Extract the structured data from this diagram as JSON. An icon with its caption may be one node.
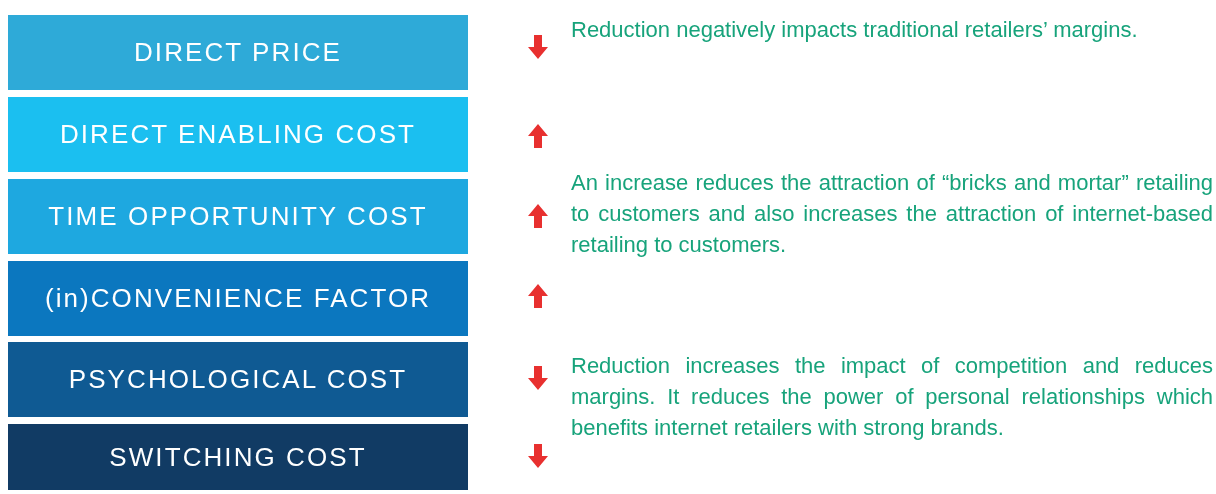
{
  "diagram": {
    "nodes": [
      {
        "text": [
          "DIRECT PRICE"
        ]
      },
      {
        "text": [
          "DIRECT ENABLING COST"
        ]
      },
      {
        "text": [
          "TIME OPPORTUNITY COST"
        ]
      },
      {
        "text": [
          "(in)CONVENIENCE FACTOR"
        ]
      },
      {
        "text": [
          "PSYCHOLOGICAL COST"
        ]
      },
      {
        "text": [
          "SWITCHING COST"
        ]
      }
    ],
    "labels": [
      "Reduction negatively impacts traditional retailers’ margins.",
      "An increase reduces the attraction of “bricks and mortar” retailing to customers and also increases the attraction of internet-based retailing to customers.",
      "Reduction increases the impact of competition and reduces margins. It reduces the power of personal relationships which benefits internet retailers with strong brands."
    ]
  }
}
